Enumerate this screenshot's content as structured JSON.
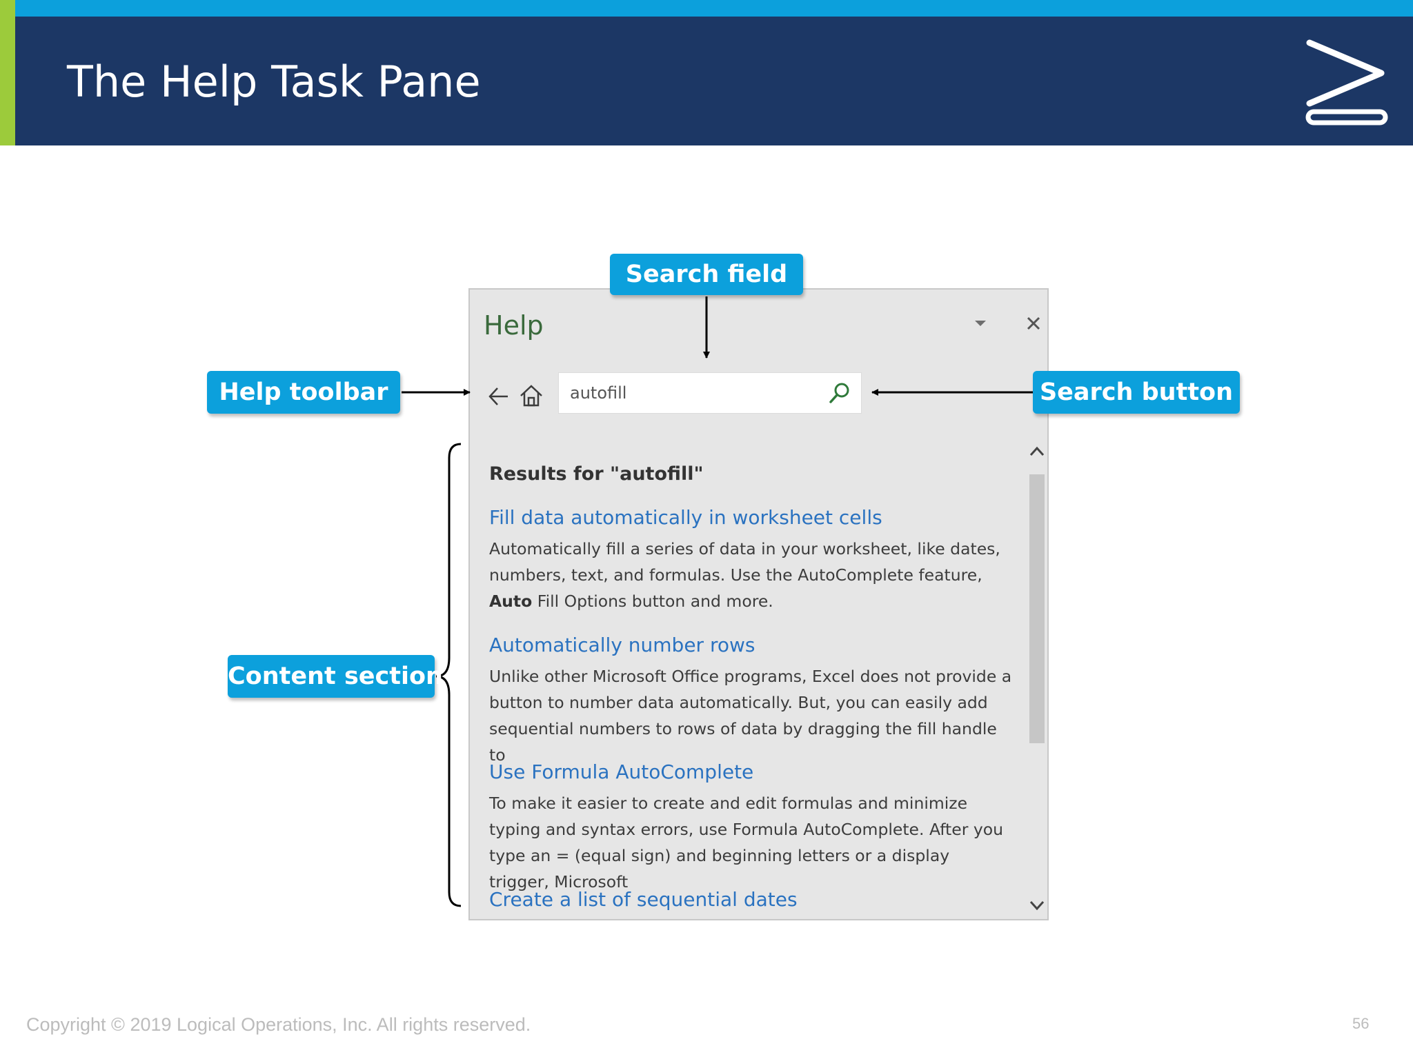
{
  "slide": {
    "title": "The Help Task Pane",
    "copyright": "Copyright © 2019 Logical Operations, Inc. All rights reserved.",
    "page_number": "56"
  },
  "help_pane": {
    "title": "Help",
    "search": {
      "value": "autofill",
      "placeholder": ""
    },
    "results_heading": "Results for \"autofill\"",
    "results": [
      {
        "title": "Fill data automatically in worksheet cells",
        "desc_a": "Automatically fill a series of data in your worksheet, like dates, numbers, text, and formulas. Use the AutoComplete feature, ",
        "desc_bold": "Auto",
        "desc_b": " Fill Options button and more."
      },
      {
        "title": "Automatically number rows",
        "desc": "Unlike other Microsoft Office programs, Excel does not provide a button to number data automatically. But, you can easily add sequential numbers to rows of data by dragging the fill handle to"
      },
      {
        "title": "Use Formula AutoComplete",
        "desc": "To make it easier to create and edit formulas and minimize typing and syntax errors, use Formula AutoComplete. After you type an = (equal sign) and beginning letters or a display trigger, Microsoft"
      },
      {
        "title": "Create a list of sequential dates"
      }
    ]
  },
  "callouts": {
    "search_field": "Search field",
    "help_toolbar": "Help toolbar",
    "search_button": "Search button",
    "content_section": "Content section"
  },
  "icons": {
    "pane_dropdown": "chevron-down-icon",
    "pane_close": "close-icon",
    "back": "back-arrow-icon",
    "home": "home-icon",
    "search": "search-icon",
    "scroll_up": "chevron-up-icon",
    "scroll_down": "chevron-down-icon",
    "logo": "logo-icon"
  },
  "colors": {
    "header_bg": "#1c3765",
    "top_bar": "#0ca0dc",
    "accent_bar": "#9ccb3b",
    "callout_bg": "#0ca0dc",
    "link": "#2a72c0",
    "pane_title": "#3a6a3c",
    "pane_bg": "#e6e6e6"
  }
}
